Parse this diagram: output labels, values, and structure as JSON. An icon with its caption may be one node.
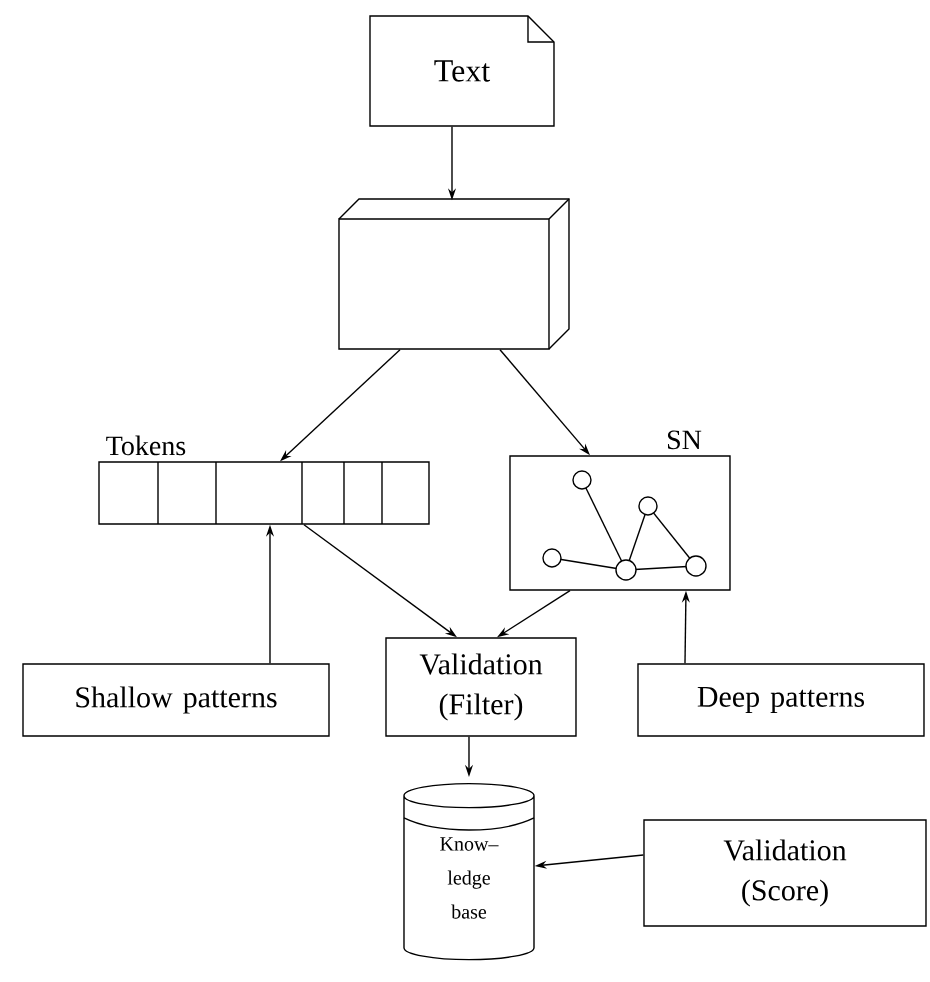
{
  "diagram": {
    "nodes": [
      {
        "text": [
          "Text"
        ]
      },
      {
        "text": [],
        "shape": "box"
      },
      {
        "text": [
          "Tokens"
        ]
      },
      {
        "text": [
          "SN"
        ]
      },
      {
        "text": [
          "Shallow patterns"
        ]
      },
      {
        "text": [
          "Validation (Filter)"
        ]
      },
      {
        "text": [
          "Deep patterns"
        ]
      },
      {
        "text": [
          "Know– ledge base"
        ]
      },
      {
        "text": [
          "Validation (Score)"
        ]
      }
    ],
    "edges": [
      {
        "from": 0,
        "to": 1,
        "arrow": "to"
      },
      {
        "from": 1,
        "to": 2,
        "arrow": "to"
      },
      {
        "from": 1,
        "to": 3,
        "arrow": "to"
      },
      {
        "from": 4,
        "to": 2,
        "arrow": "to"
      },
      {
        "from": 6,
        "to": 3,
        "arrow": "to"
      },
      {
        "from": 2,
        "to": 5,
        "arrow": "to"
      },
      {
        "from": 3,
        "to": 5,
        "arrow": "to"
      },
      {
        "from": 5,
        "to": 7,
        "arrow": "to"
      },
      {
        "from": 8,
        "to": 7,
        "arrow": "to"
      }
    ]
  }
}
